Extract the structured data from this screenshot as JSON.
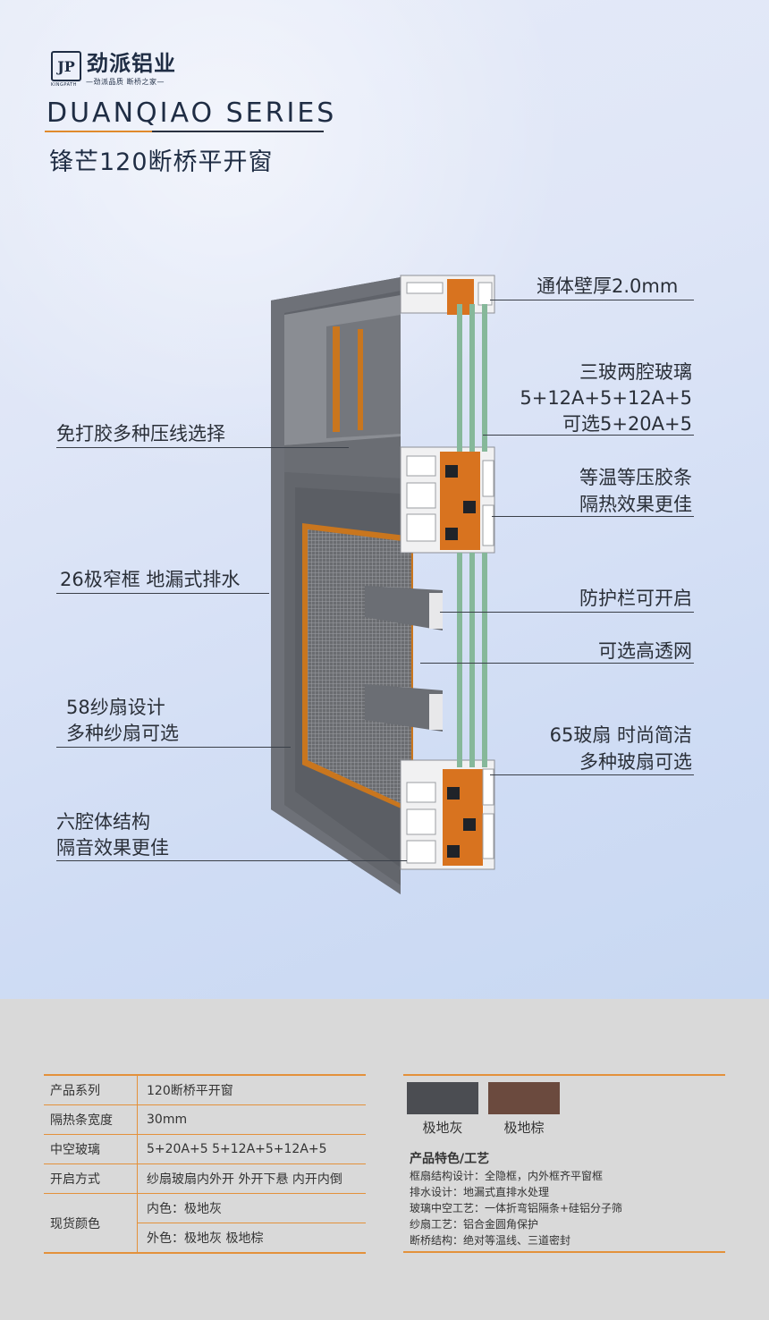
{
  "brand": {
    "mark": "JP",
    "name": "劲派铝业",
    "en": "KINGPATH",
    "tagline": "—劲派品质 断桥之家—"
  },
  "series": "DUANQIAO SERIES",
  "product_name": "锋芒120断桥平开窗",
  "annotations": {
    "wall": "通体壁厚2.0mm",
    "glass_1": "三玻两腔玻璃",
    "glass_2": "5+12A+5+12A+5",
    "glass_3": "可选5+20A+5",
    "bead": "免打胶多种压线选择",
    "seal_1": "等温等压胶条",
    "seal_2": "隔热效果更佳",
    "frame": "26极窄框 地漏式排水",
    "guard": "防护栏可开启",
    "mesh": "可选高透网",
    "screen_1": "58纱扇设计",
    "screen_2": "多种纱扇可选",
    "sash_1": "65玻扇 时尚简洁",
    "sash_2": "多种玻扇可选",
    "cavity_1": "六腔体结构",
    "cavity_2": "隔音效果更佳"
  },
  "spec": {
    "rows": [
      {
        "k": "产品系列",
        "v": "120断桥平开窗"
      },
      {
        "k": "隔热条宽度",
        "v": "30mm"
      },
      {
        "k": "中空玻璃",
        "v": "5+20A+5  5+12A+5+12A+5"
      },
      {
        "k": "开启方式",
        "v": "纱扇玻扇内外开  外开下悬  内开内倒"
      }
    ],
    "color_key": "现货颜色",
    "color_inner": "内色：极地灰",
    "color_outer": "外色：极地灰  极地棕"
  },
  "swatches": [
    {
      "name": "极地灰",
      "color": "#4b4d52"
    },
    {
      "name": "极地棕",
      "color": "#6b4a3e"
    }
  ],
  "features": {
    "title": "产品特色/工艺",
    "items": [
      "框扇结构设计：全隐框，内外框齐平窗框",
      "排水设计：地漏式直排水处理",
      "玻璃中空工艺：一体折弯铝隔条+硅铝分子筛",
      "纱扇工艺：铝合金圆角保护",
      "断桥结构：绝对等温线、三道密封"
    ]
  },
  "colors": {
    "accent": "#e3913b",
    "frame_gray": "#5f6269",
    "brand_navy": "#1f2d44"
  }
}
